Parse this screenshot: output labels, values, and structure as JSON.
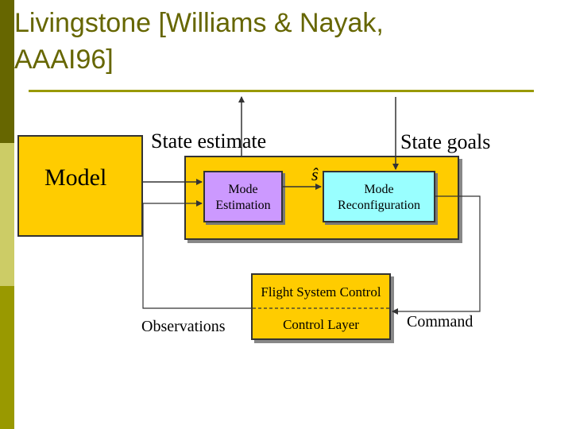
{
  "title": "Livingstone [Williams & Nayak,\nAAAI96]",
  "diagram": {
    "model": "Model",
    "state_estimate": "State estimate",
    "state_goals": "State goals",
    "s_hat": "ŝ",
    "mode_estimation": "Mode\nEstimation",
    "mode_reconfiguration": "Mode\nReconfiguration",
    "flight_system_control": "Flight System Control",
    "control_layer": "Control Layer",
    "observations": "Observations",
    "command": "Command"
  },
  "colors": {
    "bar_dark": "#666600",
    "bar_light": "#cccc66",
    "bar_mid": "#999900",
    "title": "#666600",
    "box_fill": "#ffcc00",
    "mode_estimation_fill": "#cc99ff",
    "mode_reconfiguration_fill": "#99ffff"
  }
}
